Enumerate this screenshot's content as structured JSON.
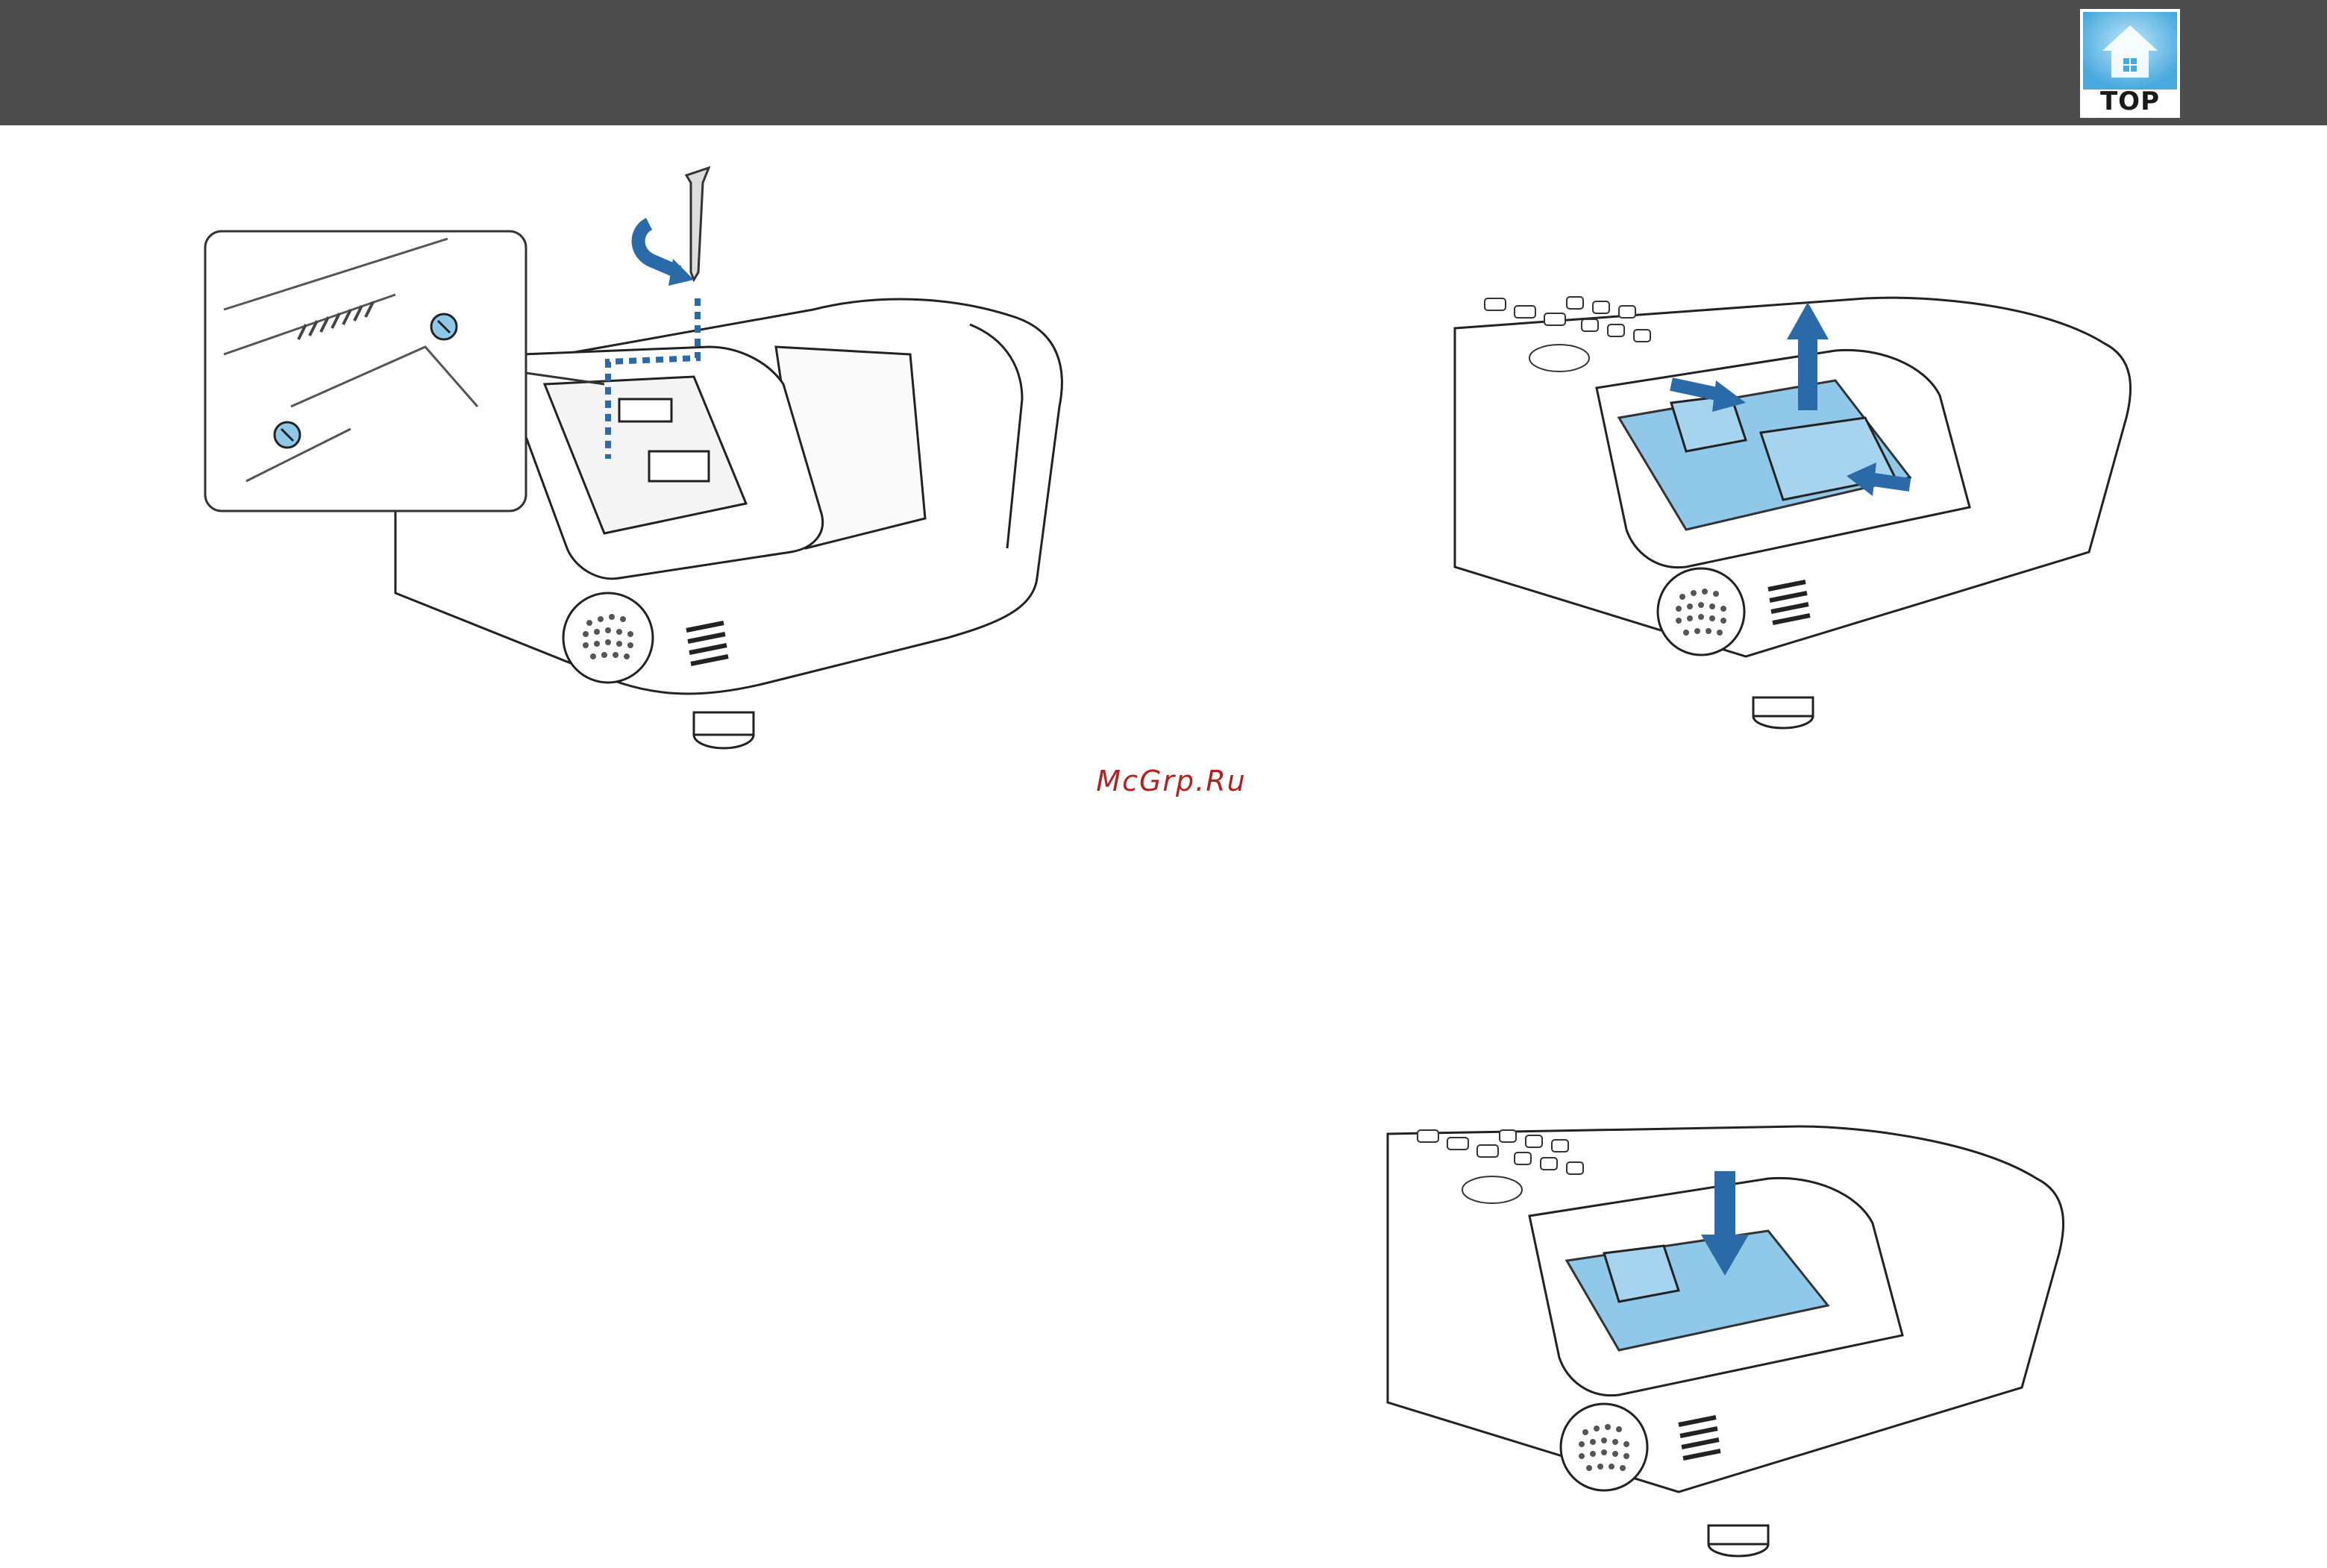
{
  "header": {
    "top_button_label": "TOP",
    "top_icon": "home-house-icon"
  },
  "watermark": "McGrp.Ru",
  "figures": [
    {
      "name": "remove-lamp-screws",
      "icons": [
        "screwdriver-icon",
        "counterclockwise-arrow-icon",
        "zoom-inset-screws"
      ]
    },
    {
      "name": "remove-lamp-unit",
      "icons": [
        "pull-up-arrow-icon",
        "push-left-arrow-icon",
        "push-right-arrow-icon"
      ]
    },
    {
      "name": "insert-new-lamp",
      "icons": [
        "push-down-arrow-icon"
      ]
    }
  ],
  "colors": {
    "header": "#4c4c4c",
    "lamp_highlight": "#8fc8e8",
    "arrow": "#2a6aa8",
    "watermark": "#b22222"
  }
}
